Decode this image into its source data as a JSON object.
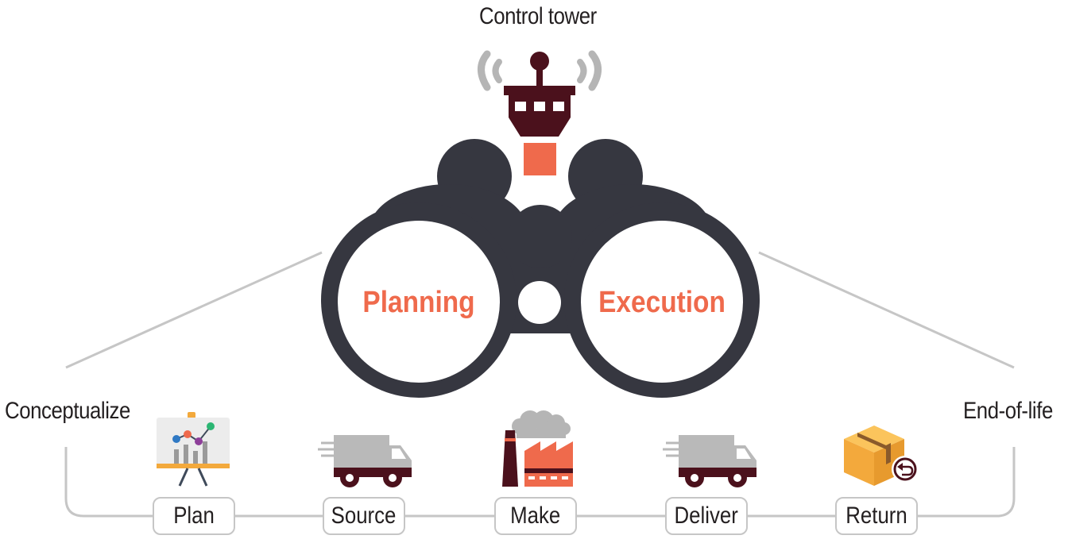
{
  "title": "Control tower",
  "lenses": {
    "left": "Planning",
    "right": "Execution"
  },
  "ends": {
    "start": "Conceptualize",
    "end": "End-of-life"
  },
  "steps": [
    {
      "label": "Plan",
      "icon": "chart-board-icon"
    },
    {
      "label": "Source",
      "icon": "truck-icon"
    },
    {
      "label": "Make",
      "icon": "factory-icon"
    },
    {
      "label": "Deliver",
      "icon": "truck-icon"
    },
    {
      "label": "Return",
      "icon": "return-box-icon"
    }
  ],
  "colors": {
    "binoculars": "#363740",
    "accent": "#ef6a4c",
    "dark_red": "#4b111c",
    "line_gray": "#c6c6c6",
    "truck_gray": "#b9b9b9"
  }
}
